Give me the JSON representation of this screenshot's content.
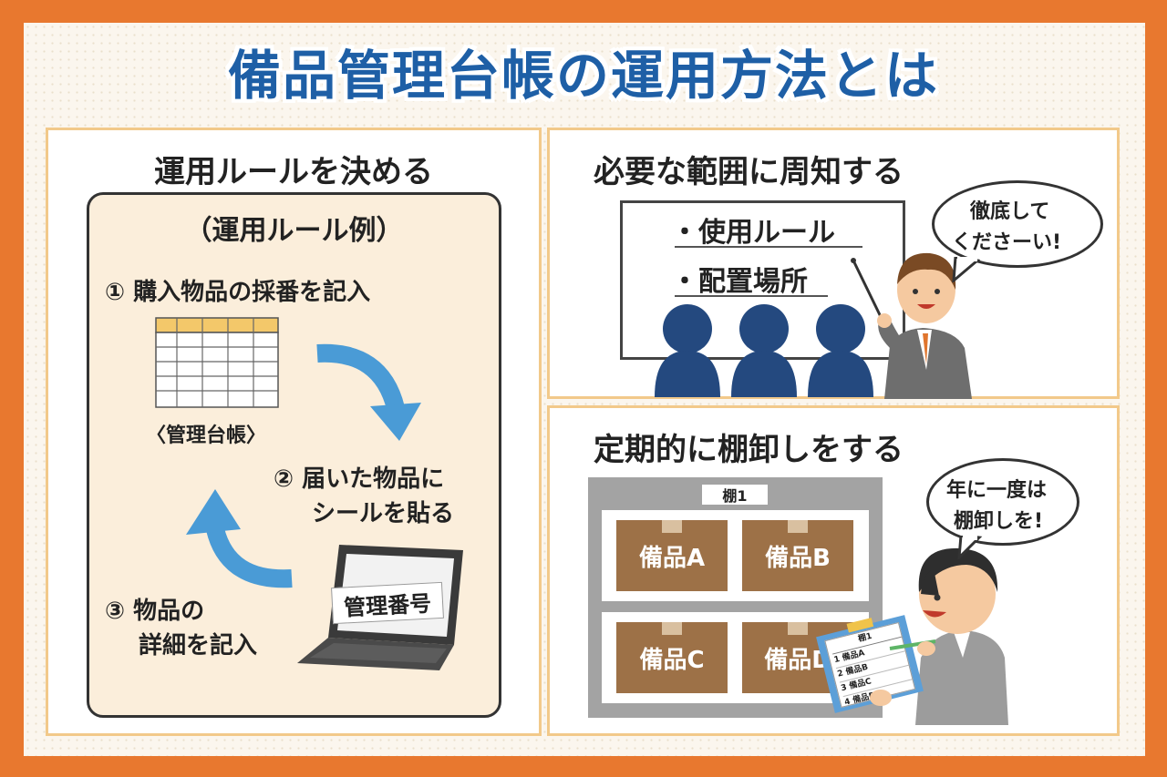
{
  "title": "備品管理台帳の運用方法とは",
  "panel_left": {
    "title": "運用ルールを決める",
    "subtitle": "（運用ルール例）",
    "step1": "① 購入物品の採番を記入",
    "ledger_caption": "〈管理台帳〉",
    "step2_line1": "② 届いた物品に",
    "step2_line2": "シールを貼る",
    "laptop_label": "管理番号",
    "step3_line1": "③ 物品の",
    "step3_line2": "詳細を記入"
  },
  "panel_top_right": {
    "title": "必要な範囲に周知する",
    "board_items": [
      "・使用ルール",
      "・配置場所"
    ],
    "speech_line1": "徹底して",
    "speech_line2": "くださーい!"
  },
  "panel_bottom_right": {
    "title": "定期的に棚卸しをする",
    "shelf_label": "棚1",
    "boxes": [
      "備品A",
      "備品B",
      "備品C",
      "備品D"
    ],
    "speech_line1": "年に一度は",
    "speech_line2": "棚卸しを!",
    "clipboard_header": "棚1",
    "clipboard_rows": [
      "1 備品A",
      "2 備品B",
      "3 備品C",
      "4 備品D"
    ]
  },
  "colors": {
    "frame_orange": "#E8782F",
    "title_blue": "#1E5FA6",
    "panel_border": "#F2C98A",
    "arrow_blue": "#4A9BD6",
    "audience_navy": "#24497F",
    "box_brown": "#9D7147",
    "shelf_gray": "#A3A3A3"
  },
  "icons": {
    "ledger": "spreadsheet-icon",
    "laptop": "laptop-icon",
    "presenter": "presenter-person",
    "inspector": "inspector-person",
    "arrows": "cycle-arrow"
  }
}
